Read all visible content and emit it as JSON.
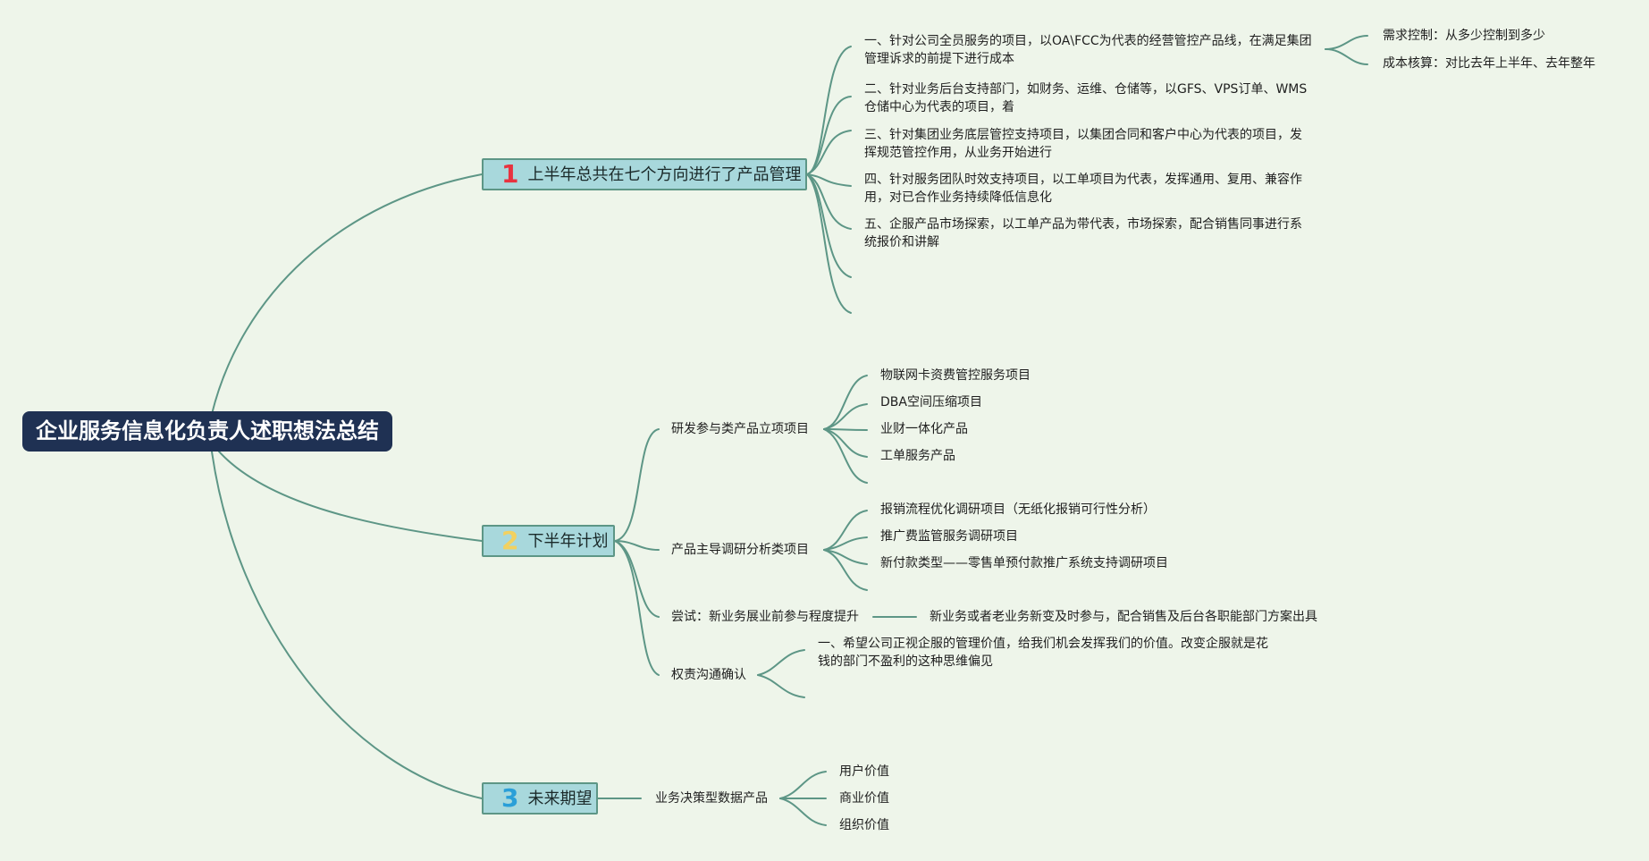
{
  "title": "企业服务信息化负责人述职想法总结",
  "colors": {
    "background": "#eef5ea",
    "root": "#1f3153",
    "branch": "#a8d8dc",
    "line": "#5d9686",
    "num1": "#e8323f",
    "num2": "#f2d160",
    "num3": "#2a9fd8"
  },
  "branches": [
    {
      "number": "1",
      "label": "上半年总共在七个方向进行了产品管理",
      "items": [
        "一、针对公司全员服务的项目，以OA\\FCC为代表的经营管控产品线，在满足集团管理诉求的前提下进行成本",
        "二、针对业务后台支持部门，如财务、运维、仓储等，以GFS、VPS订单、WMS仓储中心为代表的项目，着",
        "三、针对集团业务底层管控支持项目，以集团合同和客户中心为代表的项目，发挥规范管控作用，从业务开始进行",
        "四、针对服务团队时效支持项目，以工单项目为代表，发挥通用、复用、兼容作用，对已合作业务持续降低信息化",
        "五、企服产品市场探索，以工单产品为带代表，市场探索，配合销售同事进行系统报价和讲解"
      ],
      "sub_items": [
        "需求控制：从多少控制到多少",
        "成本核算：对比去年上半年、去年整年"
      ]
    },
    {
      "number": "2",
      "label": "下半年计划",
      "groups": [
        {
          "label": "研发参与类产品立项项目",
          "items": [
            "物联网卡资费管控服务项目",
            "DBA空间压缩项目",
            "业财一体化产品",
            "工单服务产品"
          ]
        },
        {
          "label": "产品主导调研分析类项目",
          "items": [
            "报销流程优化调研项目（无纸化报销可行性分析）",
            "推广费监管服务调研项目",
            "新付款类型——零售单预付款推广系统支持调研项目"
          ]
        },
        {
          "label": "尝试：新业务展业前参与程度提升",
          "items": [
            "新业务或者老业务新变及时参与，配合销售及后台各职能部门方案出具"
          ]
        },
        {
          "label": "权责沟通确认",
          "items": [
            "一、希望公司正视企服的管理价值，给我们机会发挥我们的价值。改变企服就是花钱的部门不盈利的这种思维偏见"
          ]
        }
      ]
    },
    {
      "number": "3",
      "label": "未来期望",
      "groups": [
        {
          "label": "业务决策型数据产品",
          "items": [
            "用户价值",
            "商业价值",
            "组织价值"
          ]
        }
      ]
    }
  ]
}
